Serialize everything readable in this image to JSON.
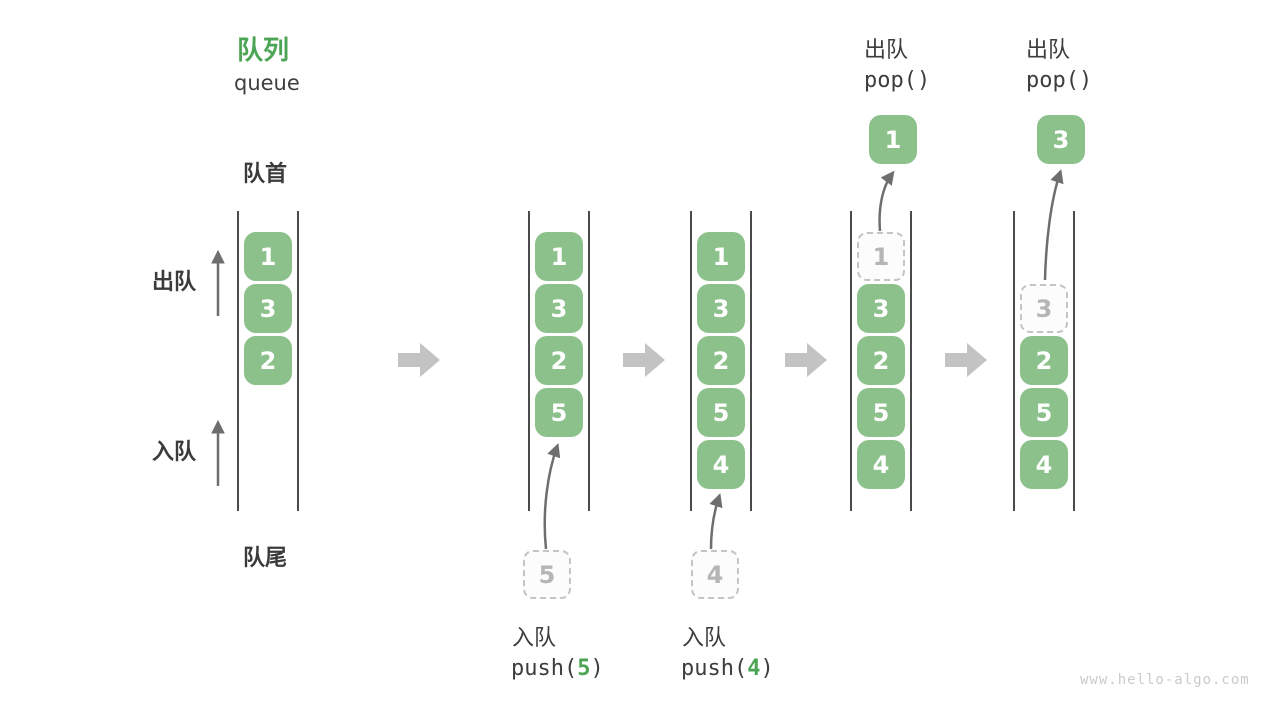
{
  "header": {
    "title_zh": "队列",
    "title_en": "queue"
  },
  "side_labels": {
    "front": "队首",
    "rear": "队尾",
    "dequeue": "出队",
    "enqueue": "入队"
  },
  "columns": [
    {
      "cells": [
        "1",
        "3",
        "2"
      ]
    },
    {
      "cells": [
        "1",
        "3",
        "2",
        "5"
      ]
    },
    {
      "cells": [
        "1",
        "3",
        "2",
        "5",
        "4"
      ]
    },
    {
      "ghost": "1",
      "cells": [
        "3",
        "2",
        "5",
        "4"
      ]
    },
    {
      "ghost": "3",
      "cells": [
        "2",
        "5",
        "4"
      ]
    }
  ],
  "push_ops": [
    {
      "label": "入队",
      "code_pre": "push(",
      "arg": "5",
      "code_post": ")",
      "ghost": "5"
    },
    {
      "label": "入队",
      "code_pre": "push(",
      "arg": "4",
      "code_post": ")",
      "ghost": "4"
    }
  ],
  "pop_ops": [
    {
      "label": "出队",
      "code": "pop()",
      "value": "1"
    },
    {
      "label": "出队",
      "code": "pop()",
      "value": "3"
    }
  ],
  "watermark": "www.hello-algo.com",
  "colors": {
    "cell_green": "#8cc18c",
    "accent_green": "#4ca555",
    "block_arrow_gray": "#c3c3c3",
    "thin_arrow_gray": "#6e6e6e",
    "ghost_border": "#c4c4c4",
    "ghost_text": "#b5b5b5",
    "text_dark": "#3b3b3b",
    "watermark_gray": "#cbcbcb"
  }
}
